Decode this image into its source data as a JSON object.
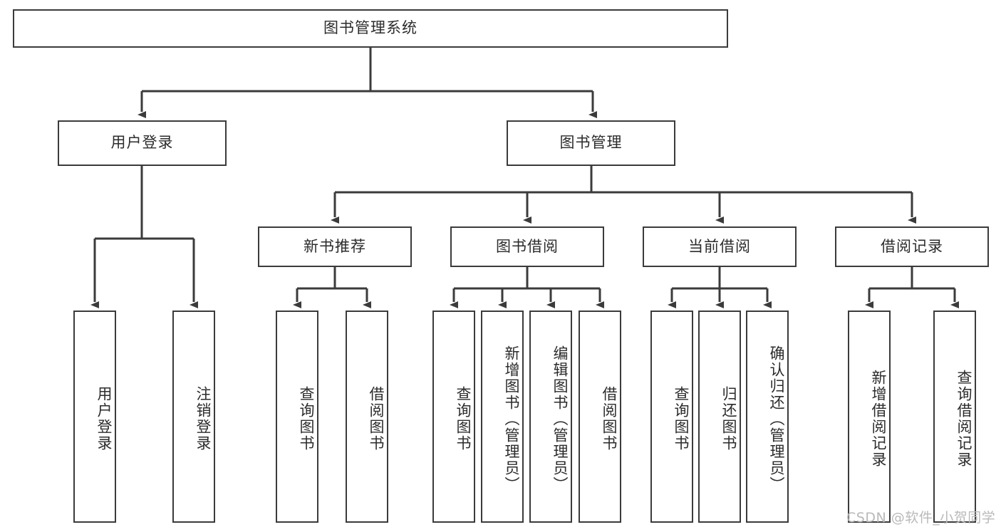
{
  "diagram": {
    "title": "图书管理系统",
    "type": "tree",
    "watermark": "CSDN @软件_小贺同学",
    "colors": {
      "box_border": "#3b3b3b",
      "box_fill": "#ffffff",
      "connector": "#3b3b3b",
      "text": "#2b2b2b",
      "watermark": "#b9b9b9"
    },
    "levels": {
      "root": "图书管理系统",
      "level2": [
        "用户登录",
        "图书管理"
      ],
      "level3": [
        "新书推荐",
        "图书借阅",
        "当前借阅",
        "借阅记录"
      ]
    },
    "nodes": {
      "root": {
        "label": "图书管理系统"
      },
      "user_login": {
        "label": "用户登录"
      },
      "book_manage": {
        "label": "图书管理"
      },
      "new_book_rec": {
        "label": "新书推荐"
      },
      "book_borrow": {
        "label": "图书借阅"
      },
      "current_borrow": {
        "label": "当前借阅"
      },
      "borrow_record": {
        "label": "借阅记录"
      },
      "leaf_user_login": {
        "label": "用户登录"
      },
      "leaf_user_logout": {
        "label": "注销登录"
      },
      "leaf_query_book_1": {
        "label": "查询图书"
      },
      "leaf_borrow_book_1": {
        "label": "借阅图书"
      },
      "leaf_query_book_2": {
        "label": "查询图书"
      },
      "leaf_add_book": {
        "label": "新增图书（管理员）"
      },
      "leaf_edit_book": {
        "label": "编辑图书（管理员）"
      },
      "leaf_borrow_book_2": {
        "label": "借阅图书"
      },
      "leaf_query_book_3": {
        "label": "查询图书"
      },
      "leaf_return_book": {
        "label": "归还图书"
      },
      "leaf_confirm_return": {
        "label": "确认归还（管理员）"
      },
      "leaf_add_record": {
        "label": "新增借阅记录"
      },
      "leaf_query_record": {
        "label": "查询借阅记录"
      }
    },
    "edges": [
      {
        "from": "图书管理系统",
        "to": "用户登录"
      },
      {
        "from": "图书管理系统",
        "to": "图书管理"
      },
      {
        "from": "用户登录",
        "to": "用户登录"
      },
      {
        "from": "用户登录",
        "to": "注销登录"
      },
      {
        "from": "图书管理",
        "to": "新书推荐"
      },
      {
        "from": "图书管理",
        "to": "图书借阅"
      },
      {
        "from": "图书管理",
        "to": "当前借阅"
      },
      {
        "from": "图书管理",
        "to": "借阅记录"
      },
      {
        "from": "新书推荐",
        "to": "查询图书"
      },
      {
        "from": "新书推荐",
        "to": "借阅图书"
      },
      {
        "from": "图书借阅",
        "to": "查询图书"
      },
      {
        "from": "图书借阅",
        "to": "新增图书（管理员）"
      },
      {
        "from": "图书借阅",
        "to": "编辑图书（管理员）"
      },
      {
        "from": "图书借阅",
        "to": "借阅图书"
      },
      {
        "from": "当前借阅",
        "to": "查询图书"
      },
      {
        "from": "当前借阅",
        "to": "归还图书"
      },
      {
        "from": "当前借阅",
        "to": "确认归还（管理员）"
      },
      {
        "from": "借阅记录",
        "to": "新增借阅记录"
      },
      {
        "from": "借阅记录",
        "to": "查询借阅记录"
      }
    ]
  }
}
